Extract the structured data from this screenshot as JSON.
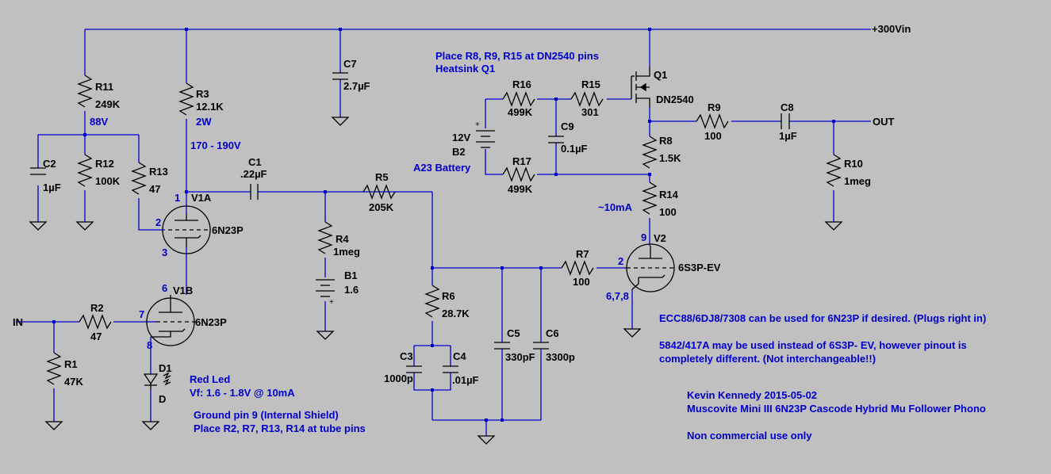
{
  "colors": {
    "background": "#c0c0c0",
    "wire": "#0000cc",
    "component": "#000000",
    "annotation": "#0000cc"
  },
  "nets": {
    "supply": "+300Vin",
    "input": "IN",
    "output": "OUT"
  },
  "components": {
    "R11": {
      "name": "R11",
      "value": "249K"
    },
    "R12": {
      "name": "R12",
      "value": "100K"
    },
    "R13": {
      "name": "R13",
      "value": "47"
    },
    "R3": {
      "name": "R3",
      "value": "12.1K",
      "extra": "2W"
    },
    "C2": {
      "name": "C2",
      "value": "1µF"
    },
    "C7": {
      "name": "C7",
      "value": "2.7µF"
    },
    "C1": {
      "name": "C1",
      "value": ".22µF"
    },
    "R5": {
      "name": "R5",
      "value": "205K"
    },
    "R4": {
      "name": "R4",
      "value": "1meg"
    },
    "B1": {
      "name": "B1",
      "value": "1.6"
    },
    "R6": {
      "name": "R6",
      "value": "28.7K"
    },
    "C3": {
      "name": "C3",
      "value": "1000p"
    },
    "C4": {
      "name": "C4",
      "value": ".01µF"
    },
    "C5": {
      "name": "C5",
      "value": "330pF"
    },
    "C6": {
      "name": "C6",
      "value": "3300p"
    },
    "R7": {
      "name": "R7",
      "value": "100"
    },
    "R2": {
      "name": "R2",
      "value": "47"
    },
    "R1": {
      "name": "R1",
      "value": "47K"
    },
    "D1": {
      "name": "D1",
      "value": "D"
    },
    "R16": {
      "name": "R16",
      "value": "499K"
    },
    "R15": {
      "name": "R15",
      "value": "301"
    },
    "R17": {
      "name": "R17",
      "value": "499K"
    },
    "C9": {
      "name": "C9",
      "value": "0.1µF"
    },
    "B2": {
      "name": "B2",
      "value": "12V",
      "extra": "A23 Battery"
    },
    "Q1": {
      "name": "Q1",
      "value": "DN2540"
    },
    "R9": {
      "name": "R9",
      "value": "100"
    },
    "C8": {
      "name": "C8",
      "value": "1µF"
    },
    "R10": {
      "name": "R10",
      "value": "1meg"
    },
    "R8": {
      "name": "R8",
      "value": "1.5K"
    },
    "R14": {
      "name": "R14",
      "value": "100"
    },
    "V1A": {
      "name": "V1A",
      "value": "6N23P"
    },
    "V1B": {
      "name": "V1B",
      "value": "6N23P"
    },
    "V2": {
      "name": "V2",
      "value": "6S3P-EV"
    }
  },
  "annotations": {
    "v88": "88V",
    "v170": "170 - 190V",
    "ma10": "~10mA",
    "pins": {
      "v1a_1": "1",
      "v1a_2": "2",
      "v1a_3": "3",
      "v1b_6": "6",
      "v1b_7": "7",
      "v1b_8": "8",
      "v2_9": "9",
      "v2_2": "2",
      "v2_678": "6,7,8"
    },
    "place_top": [
      "Place R8, R9, R15 at DN2540 pins",
      "Heatsink Q1"
    ],
    "led": [
      "Red Led",
      "Vf: 1.6 - 1.8V @ 10mA"
    ],
    "ground": [
      "Ground pin 9 (Internal Shield)",
      "Place R2, R7, R13, R14 at tube pins"
    ],
    "notes": [
      "ECC88/6DJ8/7308 can be used for 6N23P if desired. (Plugs right in)",
      "5842/417A may be used instead of 6S3P- EV, however pinout is",
      "completely different. (Not interchangeable!!)"
    ],
    "credits": [
      "Kevin Kennedy 2015-05-02",
      "Muscovite Mini III 6N23P Cascode Hybrid Mu Follower Phono",
      "Non commercial use only"
    ]
  }
}
